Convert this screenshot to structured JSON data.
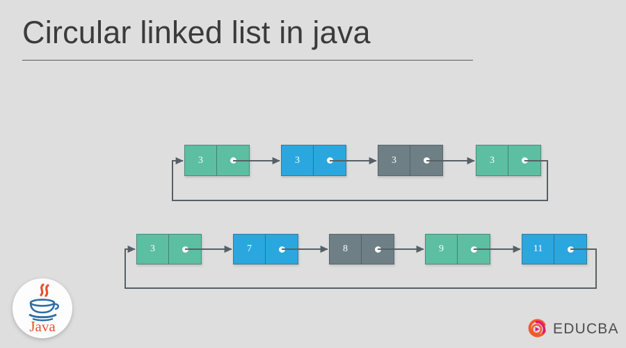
{
  "page": {
    "title": "Circular linked list in java",
    "background_color": "#dedede",
    "title_color": "#3b3b3b"
  },
  "palette": {
    "green": "#5cbfa1",
    "blue": "#2ba7e0",
    "gray": "#6e8086",
    "wire": "#566064",
    "educba_orange": "#f1592a",
    "educba_pink": "#e3147c",
    "java_blue": "#2e6ca3",
    "java_orange": "#e8502a"
  },
  "diagram": {
    "type": "circular-linked-list",
    "rows": [
      {
        "id": "row-1",
        "nodes": [
          {
            "value": "3",
            "color": "green"
          },
          {
            "value": "3",
            "color": "blue"
          },
          {
            "value": "3",
            "color": "gray"
          },
          {
            "value": "3",
            "color": "green"
          }
        ],
        "loops_back": true
      },
      {
        "id": "row-2",
        "nodes": [
          {
            "value": "3",
            "color": "green"
          },
          {
            "value": "7",
            "color": "blue"
          },
          {
            "value": "8",
            "color": "gray"
          },
          {
            "value": "9",
            "color": "green"
          },
          {
            "value": "11",
            "color": "blue"
          }
        ],
        "loops_back": true
      }
    ]
  },
  "branding": {
    "java_badge_label": "Java",
    "educba_wordmark": "EDUCBA"
  }
}
